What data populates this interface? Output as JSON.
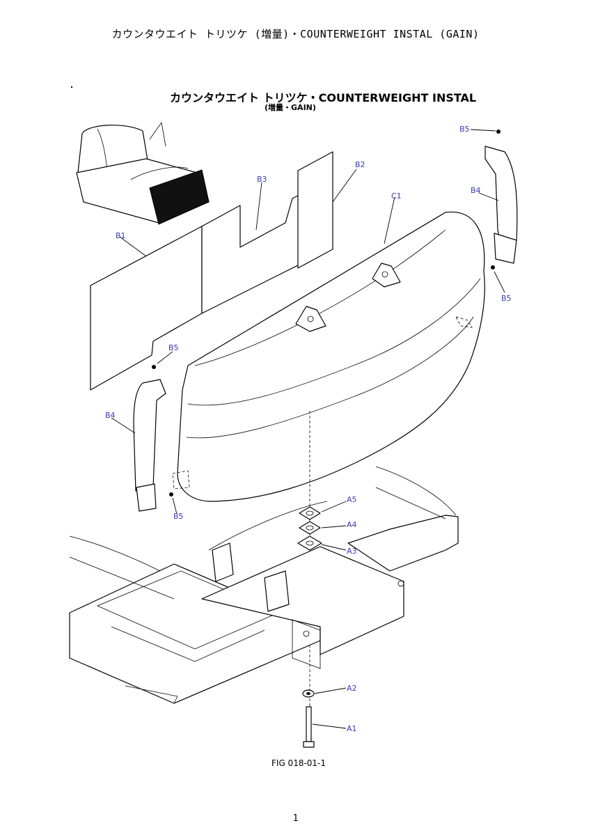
{
  "page": {
    "header": "カウンタウエイト トリツケ (増量)・COUNTERWEIGHT INSTAL (GAIN)",
    "figure_title": "カウンタウエイト トリツケ・COUNTERWEIGHT INSTAL",
    "figure_subtitle": "(増量・GAIN)",
    "figure_number": "FIG 018-01-1",
    "page_number": "1"
  },
  "callouts": {
    "b5_top_right": "B5",
    "b2": "B2",
    "b3": "B3",
    "b4_right": "B4",
    "c1": "C1",
    "b1": "B1",
    "b5_right": "B5",
    "b5_left_top": "B5",
    "b4_left": "B4",
    "b5_left_bottom": "B5",
    "a5": "A5",
    "a4": "A4",
    "a3": "A3",
    "a2": "A2",
    "a1": "A1"
  },
  "colors": {
    "callout_text": "#3a3ab0",
    "line_art": "#000000",
    "paper": "#ffffff"
  }
}
